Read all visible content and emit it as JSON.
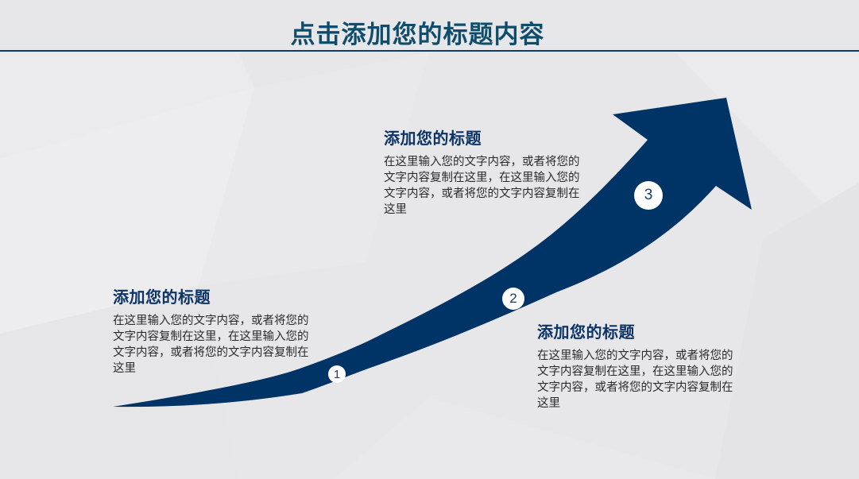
{
  "slide": {
    "title": "点击添加您的标题内容",
    "colors": {
      "title": "#0f4d6d",
      "rule": "#0e3a66",
      "arrow": "#003366",
      "heading": "#0d3466",
      "body_text": "#2b2b2b",
      "background": "#e8e8ea"
    }
  },
  "steps": [
    {
      "number": "1",
      "heading": "添加您的标题",
      "body": "在这里输入您的文字内容，或者将您的文字内容复制在这里，在这里输入您的文字内容，或者将您的文字内容复制在这里"
    },
    {
      "number": "2",
      "heading": "添加您的标题",
      "body": "在这里输入您的文字内容，或者将您的文字内容复制在这里，在这里输入您的文字内容，或者将您的文字内容复制在这里"
    },
    {
      "number": "3",
      "heading": "添加您的标题",
      "body": "在这里输入您的文字内容，或者将您的文字内容复制在这里，在这里输入您的文字内容，或者将您的文字内容复制在这里"
    }
  ]
}
